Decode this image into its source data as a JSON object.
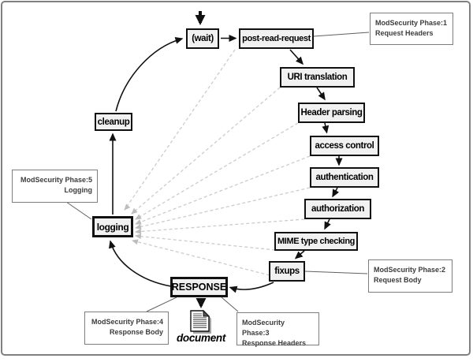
{
  "diagram": {
    "type": "flowchart",
    "subject": "Apache request cycle with ModSecurity processing phases",
    "nodes": [
      {
        "id": "wait",
        "label": "(wait)"
      },
      {
        "id": "post-read-request",
        "label": "post-read-request"
      },
      {
        "id": "uri-translation",
        "label": "URI translation"
      },
      {
        "id": "header-parsing",
        "label": "Header parsing"
      },
      {
        "id": "access-control",
        "label": "access control"
      },
      {
        "id": "authentication",
        "label": "authentication"
      },
      {
        "id": "authorization",
        "label": "authorization"
      },
      {
        "id": "mime-type-checking",
        "label": "MIME type checking"
      },
      {
        "id": "fixups",
        "label": "fixups"
      },
      {
        "id": "response",
        "label": "RESPONSE"
      },
      {
        "id": "logging",
        "label": "logging"
      },
      {
        "id": "cleanup",
        "label": "cleanup"
      }
    ],
    "callouts": [
      {
        "id": "phase-1",
        "line1": "ModSecurity Phase:1",
        "line2": "Request Headers",
        "attached_to": "post-read-request"
      },
      {
        "id": "phase-2",
        "line1": "ModSecurity Phase:2",
        "line2": "Request Body",
        "attached_to": "fixups"
      },
      {
        "id": "phase-3",
        "line1": "ModSecurity Phase:3",
        "line2": "Response Headers",
        "attached_to": "response"
      },
      {
        "id": "phase-4",
        "line1": "ModSecurity Phase:4",
        "line2": "Response Body",
        "attached_to": "response"
      },
      {
        "id": "phase-5",
        "line1": "ModSecurity Phase:5",
        "line2": "Logging",
        "attached_to": "logging"
      }
    ],
    "document_label": "document",
    "solid_flow_edges": [
      [
        "wait",
        "post-read-request"
      ],
      [
        "post-read-request",
        "uri-translation"
      ],
      [
        "uri-translation",
        "header-parsing"
      ],
      [
        "header-parsing",
        "access-control"
      ],
      [
        "access-control",
        "authentication"
      ],
      [
        "authentication",
        "authorization"
      ],
      [
        "authorization",
        "mime-type-checking"
      ],
      [
        "mime-type-checking",
        "fixups"
      ],
      [
        "fixups",
        "response"
      ],
      [
        "response",
        "logging"
      ],
      [
        "logging",
        "cleanup"
      ],
      [
        "cleanup",
        "wait"
      ],
      [
        "response",
        "document"
      ]
    ],
    "dashed_edges_to_logging": [
      "post-read-request",
      "uri-translation",
      "header-parsing",
      "access-control",
      "authentication",
      "authorization",
      "mime-type-checking",
      "fixups"
    ],
    "colors": {
      "node_background": "#f1f1f1",
      "node_border": "#111111",
      "callout_border": "#7d7d7d",
      "callout_text": "#3c3c3c",
      "dashed_line": "#cccccc",
      "frame_border": "#808080",
      "arrow": "#111111"
    }
  }
}
